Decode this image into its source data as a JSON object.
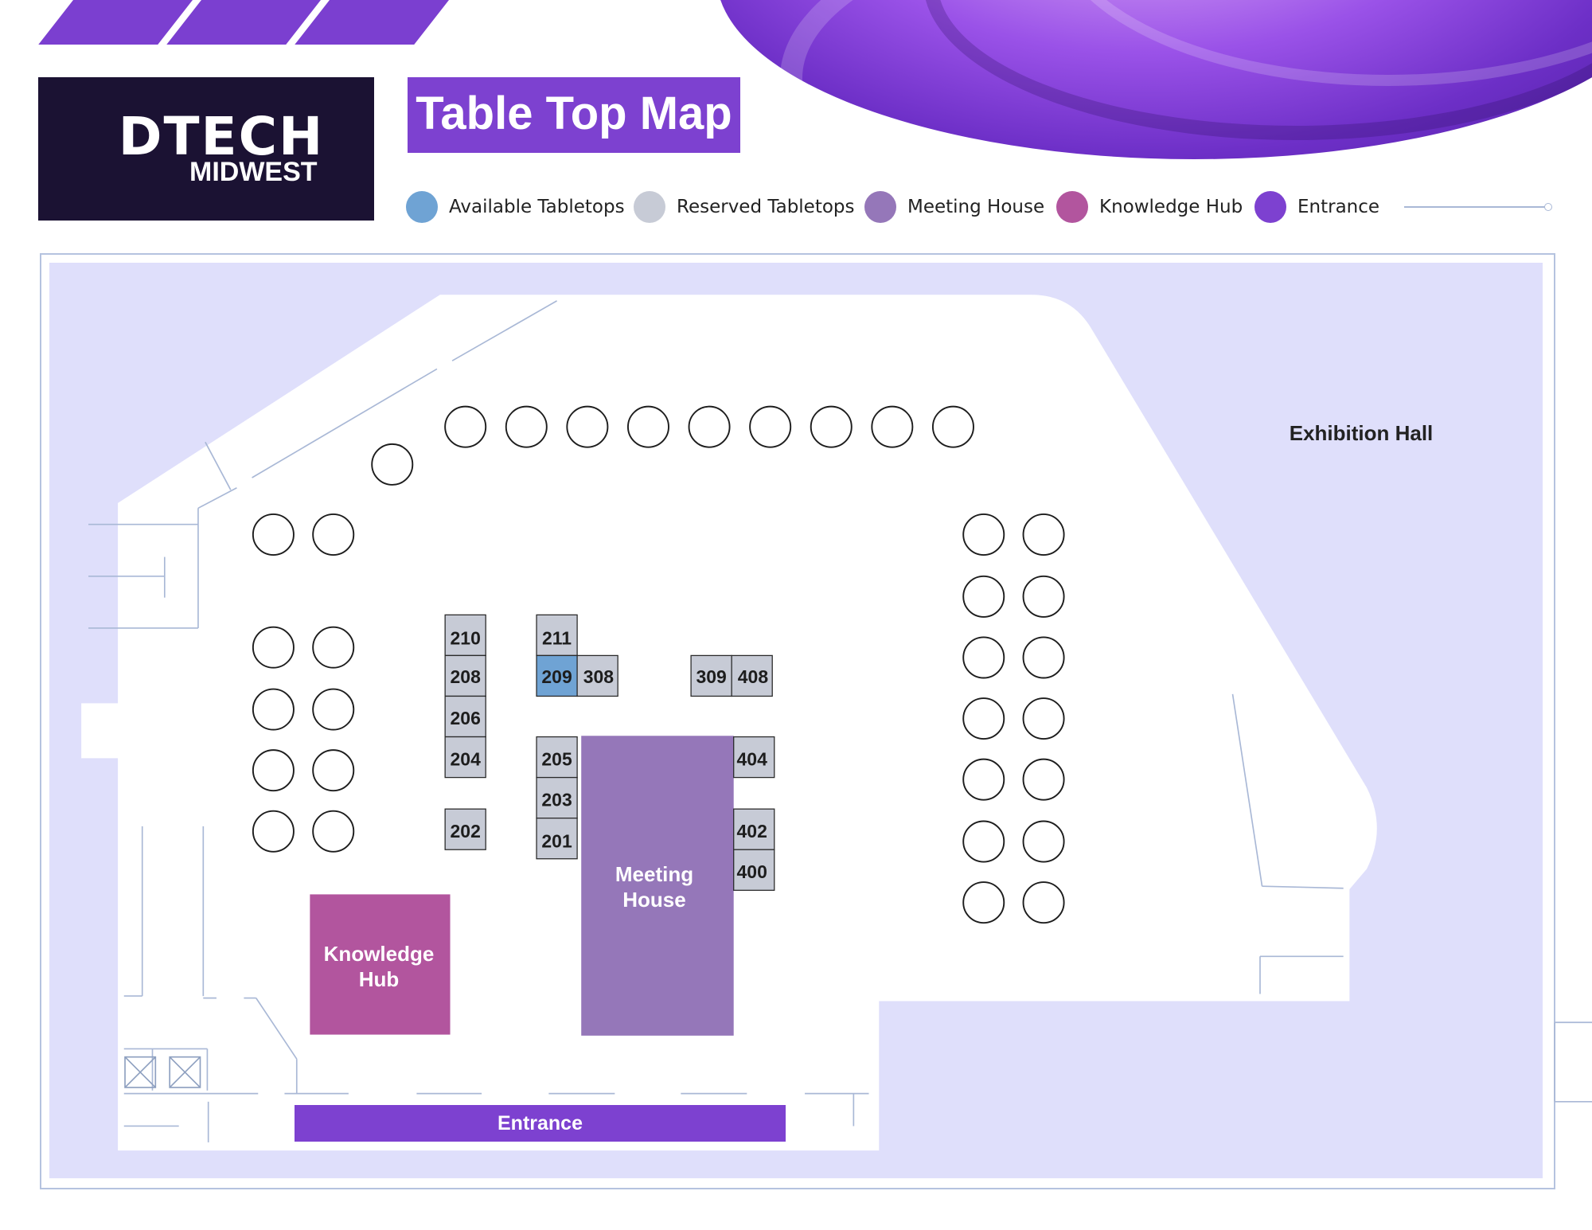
{
  "brand": {
    "logo_text": "DTECH",
    "logo_subtitle": "MIDWEST"
  },
  "header": {
    "title": "Table Top Map"
  },
  "legend": [
    {
      "label": "Available Tabletops",
      "color": "#6fa3d4"
    },
    {
      "label": "Reserved Tabletops",
      "color": "#c7cbd6"
    },
    {
      "label": "Meeting House",
      "color": "#9577b9"
    },
    {
      "label": "Knowledge Hub",
      "color": "#b2559e"
    },
    {
      "label": "Entrance",
      "color": "#7d41d0"
    }
  ],
  "colors": {
    "brand_purple": "#7d41d0",
    "logo_bg": "#1b1233",
    "floor": "#ffffff",
    "outer_area": "#dfdffb",
    "wall_lines": "#a9b8d6",
    "available": "#6fa3d4",
    "reserved": "#c7cbd6",
    "meeting_house": "#9577b9",
    "knowledge_hub": "#b2559e"
  },
  "map": {
    "exhibition_hall_label": "Exhibition Hall",
    "meeting_house_label": "Meeting House",
    "knowledge_hub_label": "Knowledge Hub",
    "entrance_label": "Entrance",
    "booths": [
      {
        "id": "210",
        "status": "reserved"
      },
      {
        "id": "208",
        "status": "reserved"
      },
      {
        "id": "206",
        "status": "reserved"
      },
      {
        "id": "204",
        "status": "reserved"
      },
      {
        "id": "202",
        "status": "reserved"
      },
      {
        "id": "211",
        "status": "reserved"
      },
      {
        "id": "209",
        "status": "available"
      },
      {
        "id": "308",
        "status": "reserved"
      },
      {
        "id": "309",
        "status": "reserved"
      },
      {
        "id": "408",
        "status": "reserved"
      },
      {
        "id": "205",
        "status": "reserved"
      },
      {
        "id": "203",
        "status": "reserved"
      },
      {
        "id": "201",
        "status": "reserved"
      },
      {
        "id": "404",
        "status": "reserved"
      },
      {
        "id": "402",
        "status": "reserved"
      },
      {
        "id": "400",
        "status": "reserved"
      }
    ]
  }
}
